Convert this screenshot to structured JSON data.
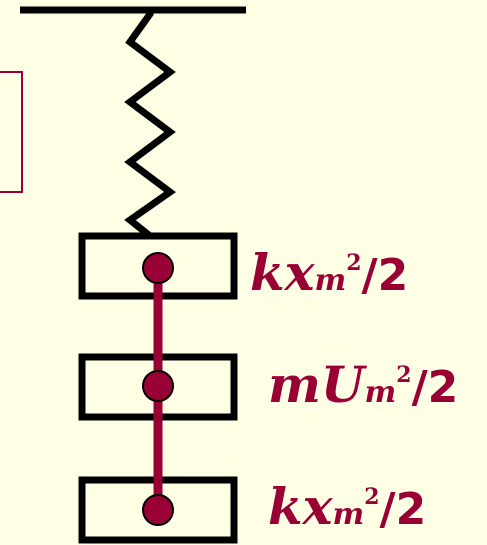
{
  "colors": {
    "background": "#FFFFE6",
    "ink": "#000000",
    "accent": "#990033"
  },
  "labels": {
    "top": {
      "main": "kx",
      "sub": "m",
      "sup": "2",
      "rest": "/2"
    },
    "middle": {
      "main": "mU",
      "sub": "m",
      "sup": "2",
      "rest": "/2"
    },
    "bottom": {
      "main": "kx",
      "sub": "m",
      "sup": "2",
      "rest": "/2"
    }
  }
}
